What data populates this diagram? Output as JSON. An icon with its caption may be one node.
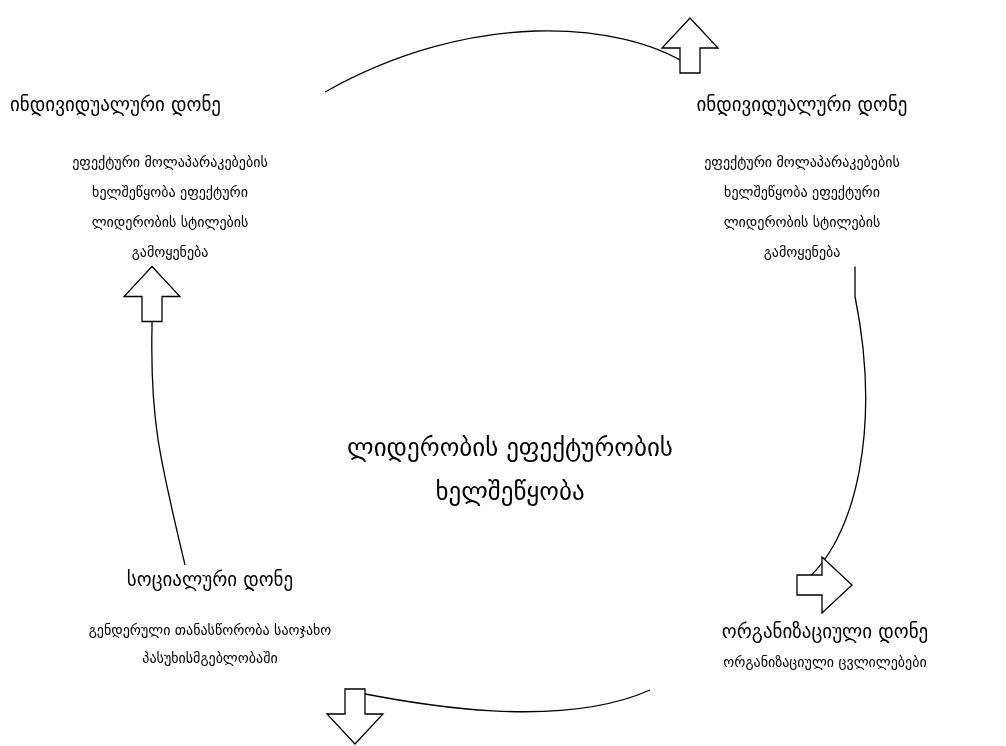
{
  "diagram": {
    "nodes": [
      {
        "text": [
          "ინდივიდუალური დონე",
          "ეფექტური მოლაპარაკებების ხელშეწყობა ეფექტური ლიდერობის სტილების გამოყენება"
        ]
      },
      {
        "text": [
          "ინდივიდუალური დონე",
          "ეფექტური მოლაპარაკებების ხელშეწყობა ეფექტური ლიდერობის სტილების გამოყენება"
        ]
      },
      {
        "text": [
          "ორგანიზაციული დონე",
          "ორგანიზაციული ცვლილებები"
        ]
      },
      {
        "text": [
          "სოციალური დონე",
          "გენდერული თანასწორობა საოჯახო პასუხისმგებლობაში"
        ]
      },
      {
        "text": [
          "ლიდერობის ეფექტურობის ხელშეწყობა"
        ]
      }
    ],
    "edges": [
      {
        "from": 0,
        "to": null,
        "arrow": "to"
      },
      {
        "from": 1,
        "to": 2,
        "arrow": "to"
      },
      {
        "from": 2,
        "to": null,
        "arrow": "to"
      },
      {
        "from": 3,
        "to": 0,
        "arrow": "to"
      }
    ]
  }
}
